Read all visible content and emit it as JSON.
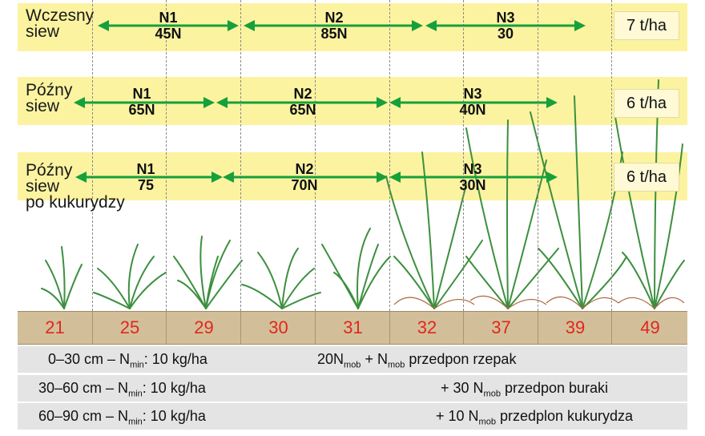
{
  "rows": [
    {
      "label_line1": "Wczesny",
      "label_line2": "siew",
      "label_line3": "",
      "yield": "7 t/ha",
      "segments": [
        {
          "name": "N1",
          "dose": "45N"
        },
        {
          "name": "N2",
          "dose": "85N"
        },
        {
          "name": "N3",
          "dose": "30"
        }
      ]
    },
    {
      "label_line1": "Późny",
      "label_line2": "siew",
      "label_line3": "",
      "yield": "6 t/ha",
      "segments": [
        {
          "name": "N1",
          "dose": "65N"
        },
        {
          "name": "N2",
          "dose": "65N"
        },
        {
          "name": "N3",
          "dose": "40N"
        }
      ]
    },
    {
      "label_line1": "Późny",
      "label_line2": "siew",
      "label_line3": "po kukurydzy",
      "yield": "6 t/ha",
      "segments": [
        {
          "name": "N1",
          "dose": "75"
        },
        {
          "name": "N2",
          "dose": "70N"
        },
        {
          "name": "N3",
          "dose": "30N"
        }
      ]
    }
  ],
  "stages": [
    "21",
    "25",
    "29",
    "30",
    "31",
    "32",
    "37",
    "39",
    "49"
  ],
  "soil": [
    {
      "depth": "0–30 cm  – N",
      "sub": "min",
      "rest": ": 10 kg/ha",
      "note_pre": "20N",
      "note_sub1": "mob",
      "note_mid": " + N",
      "note_sub2": "mob",
      "note_post": " przedpon rzepak"
    },
    {
      "depth": "30–60 cm – N",
      "sub": "min",
      "rest": ": 10 kg/ha",
      "note_pre": "+ 30 N",
      "note_sub1": "mob",
      "note_mid": " przedpon buraki",
      "note_sub2": "",
      "note_post": ""
    },
    {
      "depth": "60–90 cm – N",
      "sub": "min",
      "rest": ": 10 kg/ha",
      "note_pre": "+ 10 N",
      "note_sub1": "mob",
      "note_mid": " przedplon kukurydza",
      "note_sub2": "",
      "note_post": ""
    }
  ],
  "colors": {
    "arrow": "#16a03a",
    "band": "#fbf3a0",
    "stage_text": "#e0271e",
    "scale_bg": "#d2bf99",
    "info_bg": "#e4e4e4"
  }
}
